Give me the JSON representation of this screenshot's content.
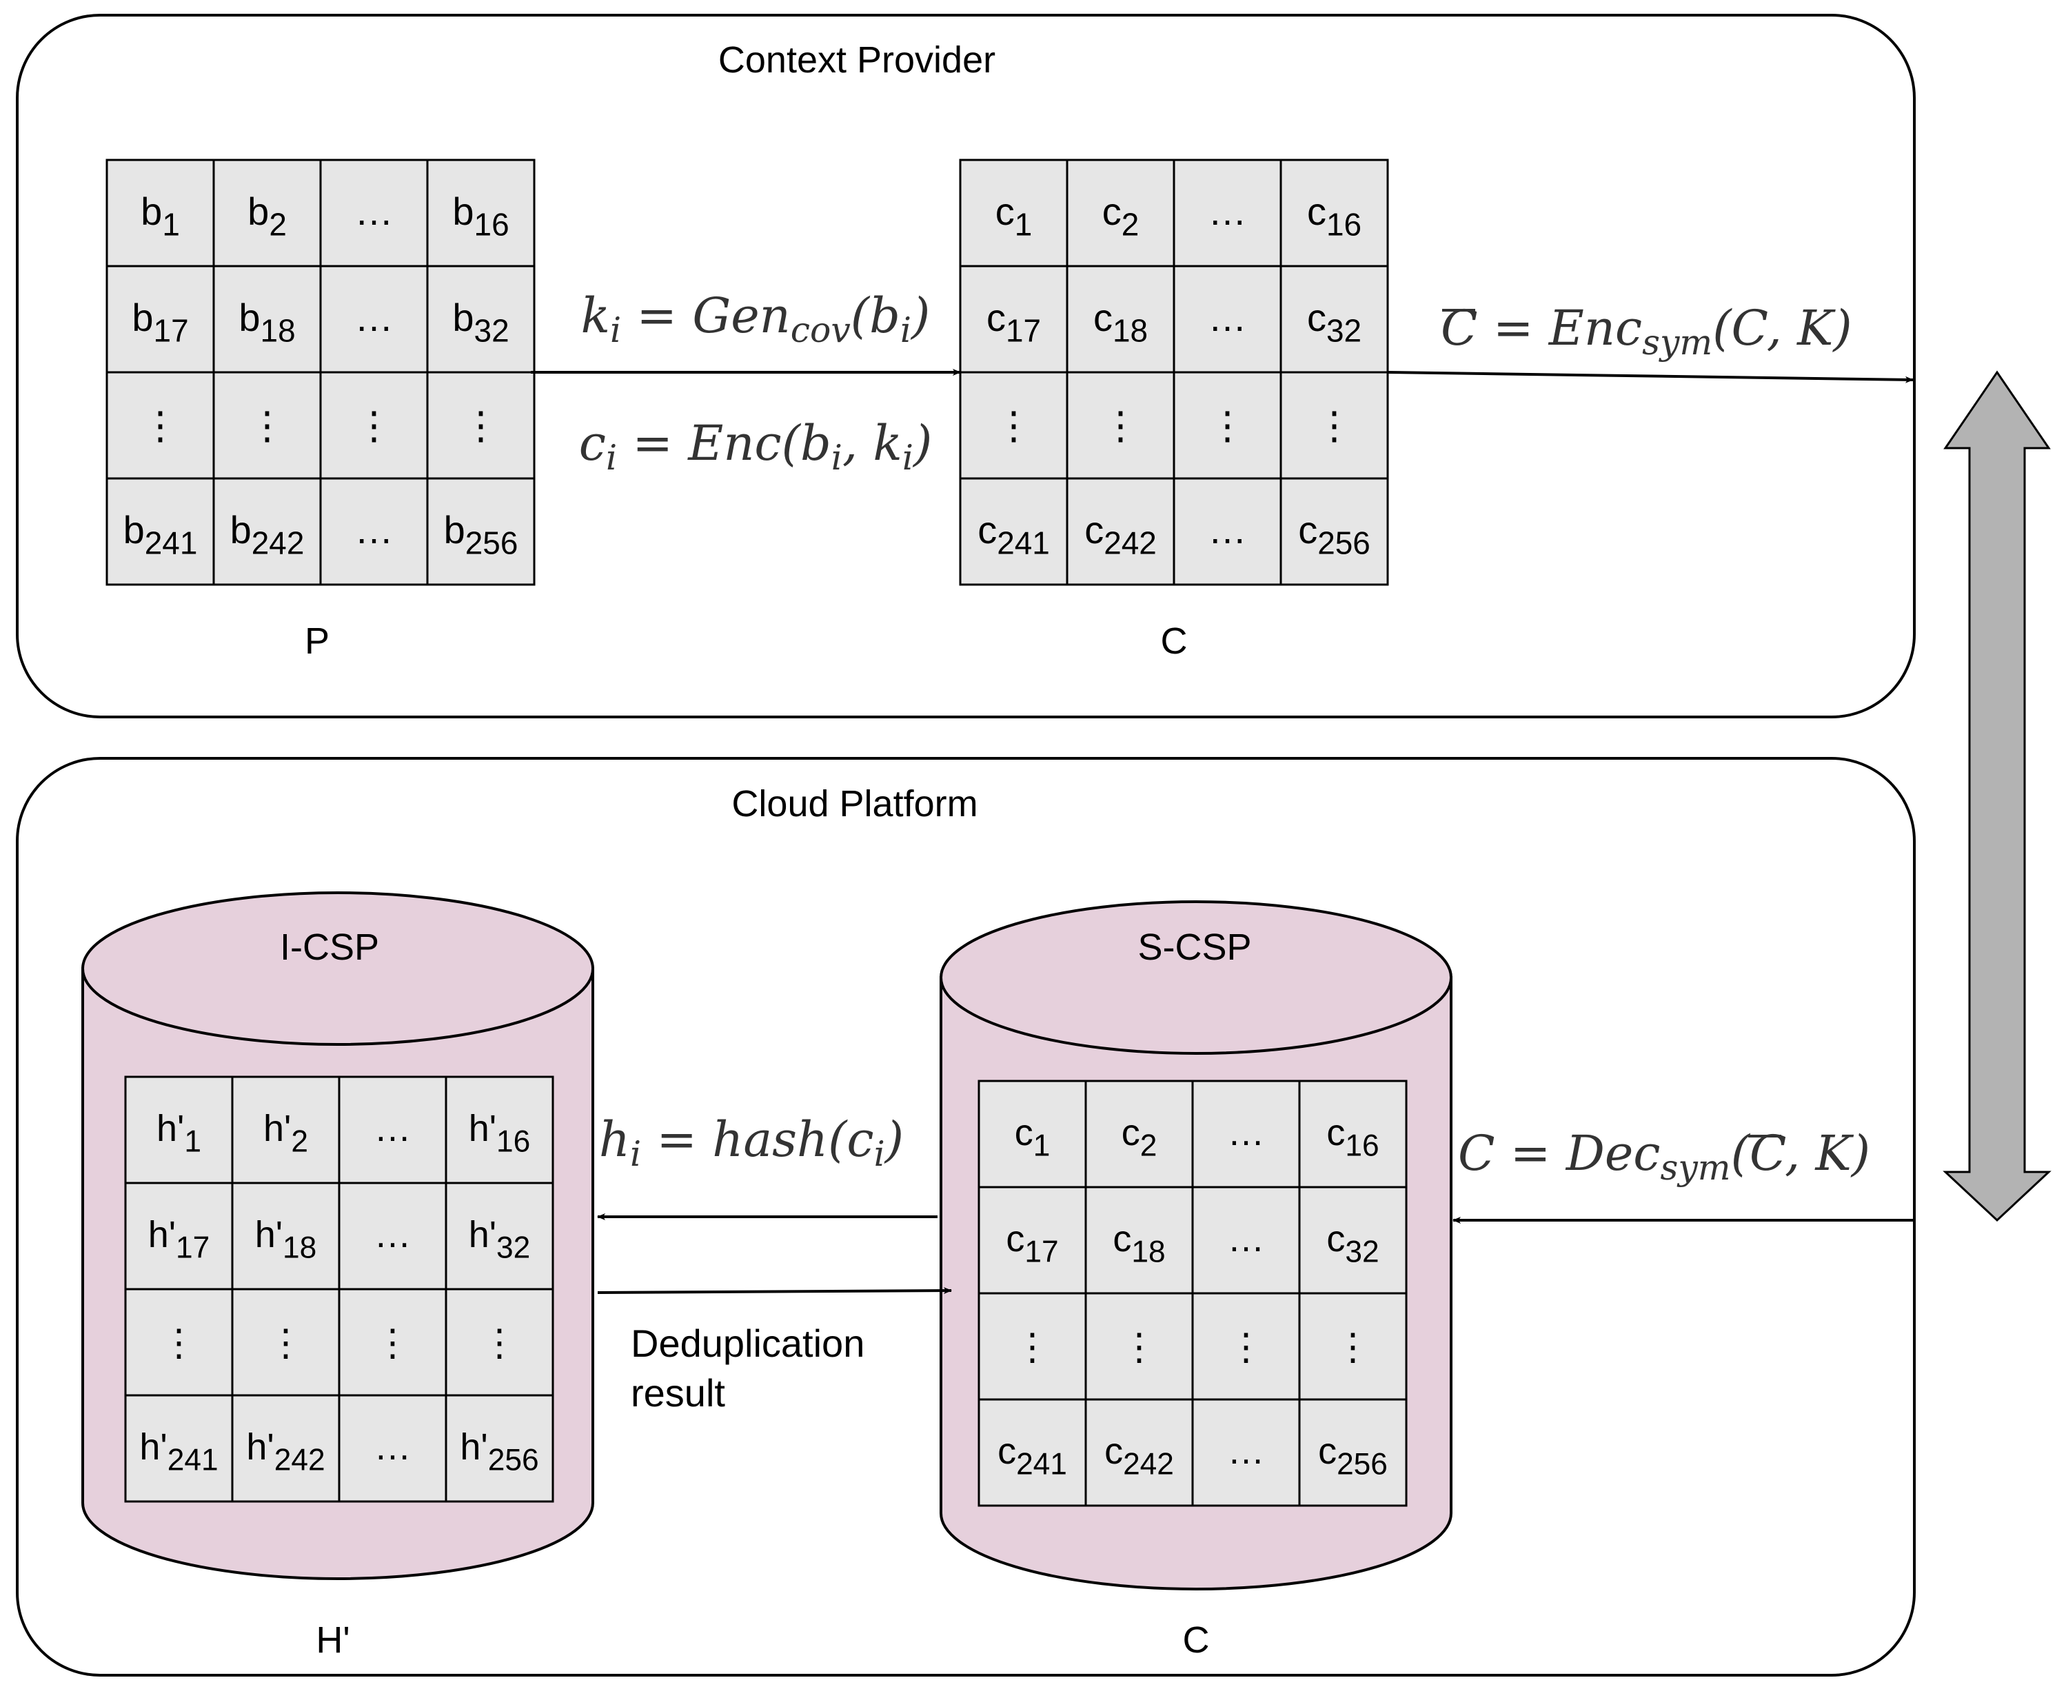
{
  "top_panel": {
    "title": "Context Provider"
  },
  "bottom_panel": {
    "title": "Cloud Platform"
  },
  "matrix_p": {
    "caption": "P",
    "rows": [
      [
        {
          "b": "b",
          "s": "1"
        },
        {
          "b": "b",
          "s": "2"
        },
        {
          "b": "…",
          "s": ""
        },
        {
          "b": "b",
          "s": "16"
        }
      ],
      [
        {
          "b": "b",
          "s": "17"
        },
        {
          "b": "b",
          "s": "18"
        },
        {
          "b": "…",
          "s": ""
        },
        {
          "b": "b",
          "s": "32"
        }
      ],
      [
        {
          "b": "⋮",
          "s": ""
        },
        {
          "b": "⋮",
          "s": ""
        },
        {
          "b": "⋮",
          "s": ""
        },
        {
          "b": "⋮",
          "s": ""
        }
      ],
      [
        {
          "b": "b",
          "s": "241"
        },
        {
          "b": "b",
          "s": "242"
        },
        {
          "b": "…",
          "s": ""
        },
        {
          "b": "b",
          "s": "256"
        }
      ]
    ]
  },
  "matrix_c_top": {
    "caption": "C",
    "rows": [
      [
        {
          "b": "c",
          "s": "1"
        },
        {
          "b": "c",
          "s": "2"
        },
        {
          "b": "…",
          "s": ""
        },
        {
          "b": "c",
          "s": "16"
        }
      ],
      [
        {
          "b": "c",
          "s": "17"
        },
        {
          "b": "c",
          "s": "18"
        },
        {
          "b": "…",
          "s": ""
        },
        {
          "b": "c",
          "s": "32"
        }
      ],
      [
        {
          "b": "⋮",
          "s": ""
        },
        {
          "b": "⋮",
          "s": ""
        },
        {
          "b": "⋮",
          "s": ""
        },
        {
          "b": "⋮",
          "s": ""
        }
      ],
      [
        {
          "b": "c",
          "s": "241"
        },
        {
          "b": "c",
          "s": "242"
        },
        {
          "b": "…",
          "s": ""
        },
        {
          "b": "c",
          "s": "256"
        }
      ]
    ]
  },
  "matrix_h": {
    "caption": "H'",
    "cylinder_label": "I-CSP",
    "rows": [
      [
        {
          "b": "h'",
          "s": "1"
        },
        {
          "b": "h'",
          "s": "2"
        },
        {
          "b": "…",
          "s": ""
        },
        {
          "b": "h'",
          "s": "16"
        }
      ],
      [
        {
          "b": "h'",
          "s": "17"
        },
        {
          "b": "h'",
          "s": "18"
        },
        {
          "b": "…",
          "s": ""
        },
        {
          "b": "h'",
          "s": "32"
        }
      ],
      [
        {
          "b": "⋮",
          "s": ""
        },
        {
          "b": "⋮",
          "s": ""
        },
        {
          "b": "⋮",
          "s": ""
        },
        {
          "b": "⋮",
          "s": ""
        }
      ],
      [
        {
          "b": "h'",
          "s": "241"
        },
        {
          "b": "h'",
          "s": "242"
        },
        {
          "b": "…",
          "s": ""
        },
        {
          "b": "h'",
          "s": "256"
        }
      ]
    ]
  },
  "matrix_c_bottom": {
    "caption": "C",
    "cylinder_label": "S-CSP",
    "rows": [
      [
        {
          "b": "c",
          "s": "1"
        },
        {
          "b": "c",
          "s": "2"
        },
        {
          "b": "…",
          "s": ""
        },
        {
          "b": "c",
          "s": "16"
        }
      ],
      [
        {
          "b": "c",
          "s": "17"
        },
        {
          "b": "c",
          "s": "18"
        },
        {
          "b": "…",
          "s": ""
        },
        {
          "b": "c",
          "s": "32"
        }
      ],
      [
        {
          "b": "⋮",
          "s": ""
        },
        {
          "b": "⋮",
          "s": ""
        },
        {
          "b": "⋮",
          "s": ""
        },
        {
          "b": "⋮",
          "s": ""
        }
      ],
      [
        {
          "b": "c",
          "s": "241"
        },
        {
          "b": "c",
          "s": "242"
        },
        {
          "b": "…",
          "s": ""
        },
        {
          "b": "c",
          "s": "256"
        }
      ]
    ]
  },
  "formulas": {
    "keygen": {
      "lhs": "k",
      "lhs_sub": "i",
      "rest": " = Gen",
      "sub": "cov",
      "tail": "(b",
      "tail_sub": "i",
      "end": ")"
    },
    "enc": {
      "lhs": "c",
      "lhs_sub": "i",
      "rest": " = Enc(b",
      "sub": "i",
      "tail": ", k",
      "tail_sub": "i",
      "end": ")"
    },
    "sym_enc": {
      "bar": "C",
      "rest": " = Enc",
      "sub": "sym",
      "tail": "(C, K)"
    },
    "hash": {
      "lhs": "h",
      "lhs_sub": "i",
      "rest": " = hash(c",
      "sub": "i",
      "end": ")"
    },
    "sym_dec": {
      "lhs": "C = Dec",
      "sub": "sym",
      "open": "(",
      "bar": "C",
      "tail": ", K)"
    }
  },
  "dedup_label": [
    "Deduplication",
    "result"
  ],
  "colors": {
    "cell_fill": "#e6e6e6",
    "cylinder_fill": "#e6d0dc",
    "double_arrow_fill": "#b3b3b3"
  }
}
